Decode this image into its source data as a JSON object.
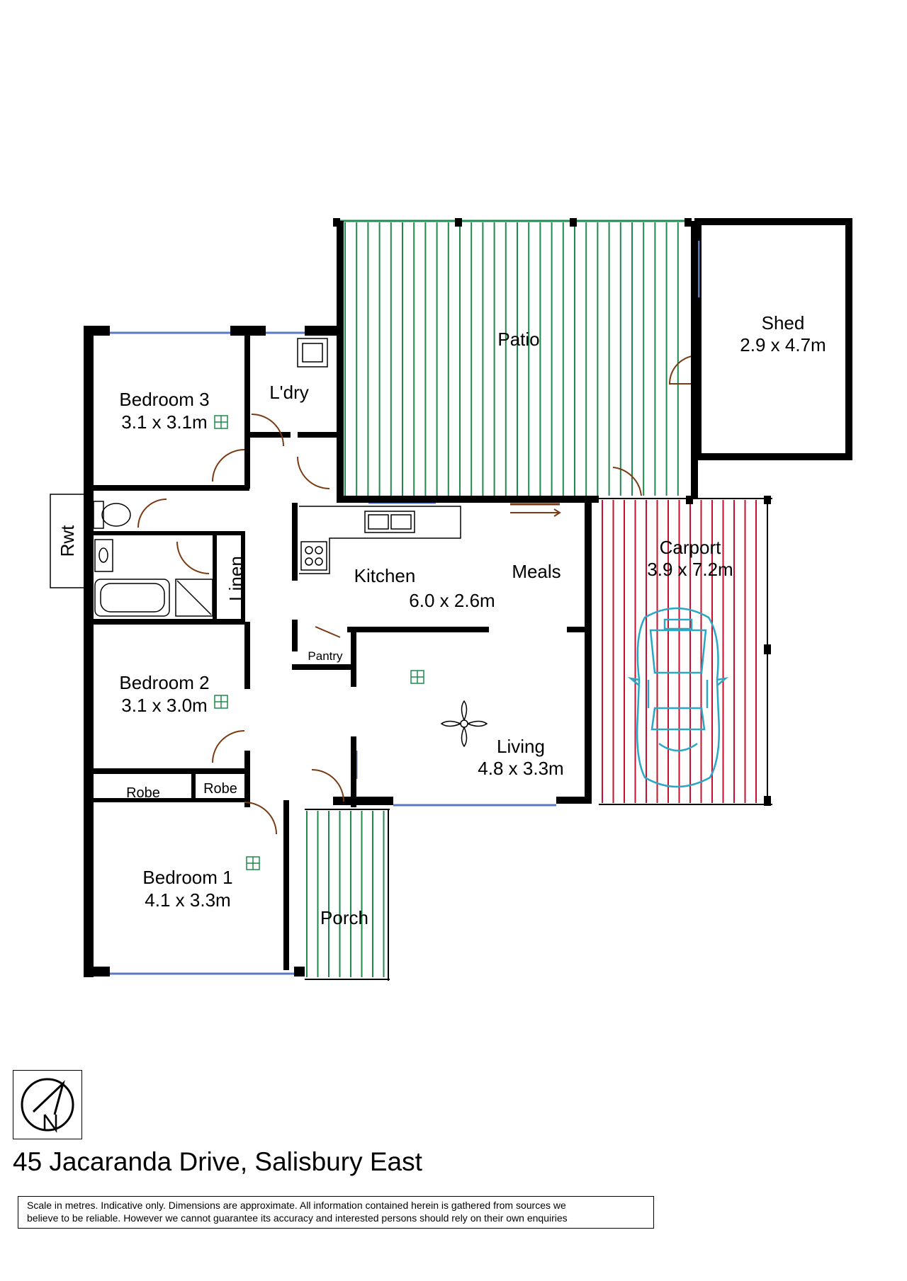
{
  "rooms": {
    "patio": "Patio",
    "shed": "Shed",
    "shed_dim": "2.9 x 4.7m",
    "bedroom3": "Bedroom 3",
    "bedroom3_dim": "3.1 x 3.1m",
    "laundry": "L'dry",
    "rwt": "Rwt",
    "linen": "Linen",
    "kitchen": "Kitchen",
    "kitchen_dim": "6.0 x 2.6m",
    "meals": "Meals",
    "carport": "Carport",
    "carport_dim": "3.9 x 7.2m",
    "pantry": "Pantry",
    "bedroom2": "Bedroom 2",
    "bedroom2_dim": "3.1 x 3.0m",
    "living": "Living",
    "living_dim": "4.8 x 3.3m",
    "robe_left": "Robe",
    "robe_right": "Robe",
    "bedroom1": "Bedroom 1",
    "bedroom1_dim": "4.1 x 3.3m",
    "porch": "Porch"
  },
  "colors": {
    "wall": "#000000",
    "patio_stripe": "#1f8a4c",
    "carport_stripe": "#c8102e",
    "window": "#5b78c7",
    "car": "#2aa7c4",
    "door": "#7a3b12"
  },
  "north_arrow_icon": "north-arrow-icon",
  "address": "45 Jacaranda Drive, Salisbury East",
  "disclaimer": {
    "line1": "Scale in metres. Indicative only. Dimensions are approximate. All information contained herein is gathered from sources we",
    "line2": "believe to be reliable. However we cannot guarantee its accuracy and interested persons should rely on their own enquiries"
  }
}
